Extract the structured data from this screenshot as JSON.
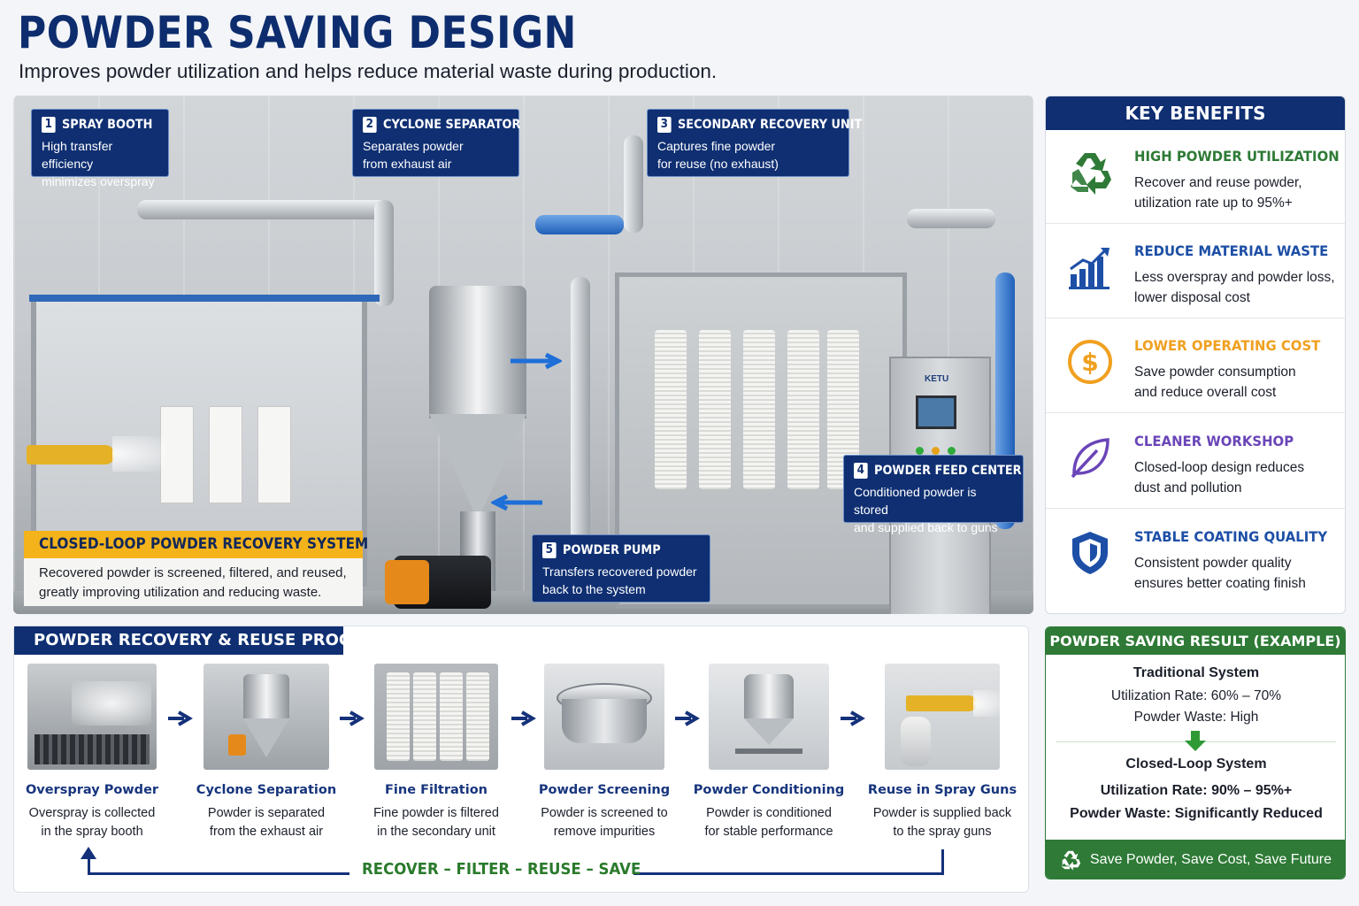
{
  "header": {
    "title": "POWDER SAVING DESIGN",
    "subtitle": "Improves powder utilization and helps reduce material waste during production."
  },
  "diagram": {
    "equipment_label": "KETU",
    "callouts": [
      {
        "num": "1",
        "title": "SPRAY BOOTH",
        "desc": "High transfer efficiency\nminimizes overspray"
      },
      {
        "num": "2",
        "title": "CYCLONE SEPARATOR",
        "desc": "Separates powder\nfrom exhaust air"
      },
      {
        "num": "3",
        "title": "SECONDARY RECOVERY UNIT",
        "desc": "Captures fine powder\nfor reuse (no exhaust)"
      },
      {
        "num": "4",
        "title": "POWDER FEED CENTER",
        "desc": "Conditioned powder is stored\nand supplied back to guns"
      },
      {
        "num": "5",
        "title": "POWDER PUMP",
        "desc": "Transfers recovered powder\nback to the system"
      }
    ],
    "closed_loop": {
      "title": "CLOSED-LOOP POWDER RECOVERY SYSTEM",
      "desc": "Recovered powder is screened, filtered, and reused, greatly improving utilization and reducing waste."
    }
  },
  "benefits": {
    "title": "KEY BENEFITS",
    "items": [
      {
        "icon": "recycle-icon",
        "title": "HIGH POWDER UTILIZATION",
        "desc": "Recover and reuse powder,\nutilization rate up to 95%+",
        "color": "#2e7a36"
      },
      {
        "icon": "bar-chart-icon",
        "title": "REDUCE MATERIAL WASTE",
        "desc": "Less overspray and powder loss,\nlower disposal cost",
        "color": "#1d4fa6"
      },
      {
        "icon": "dollar-icon",
        "title": "LOWER OPERATING COST",
        "desc": "Save powder consumption\nand reduce overall cost",
        "color": "#f0a020"
      },
      {
        "icon": "leaf-icon",
        "title": "CLEANER WORKSHOP",
        "desc": "Closed-loop design reduces\ndust and pollution",
        "color": "#6a45b8"
      },
      {
        "icon": "shield-icon",
        "title": "STABLE COATING QUALITY",
        "desc": "Consistent powder quality\nensures better coating finish",
        "color": "#1d4fa6"
      }
    ]
  },
  "process": {
    "title": "POWDER RECOVERY & REUSE PROCESS",
    "steps": [
      {
        "name": "Overspray Powder",
        "desc": "Overspray is collected\nin the spray booth"
      },
      {
        "name": "Cyclone Separation",
        "desc": "Powder is separated\nfrom the exhaust air"
      },
      {
        "name": "Fine Filtration",
        "desc": "Fine powder is filtered\nin the secondary unit"
      },
      {
        "name": "Powder Screening",
        "desc": "Powder is screened to\nremove impurities"
      },
      {
        "name": "Powder Conditioning",
        "desc": "Powder is conditioned\nfor stable performance"
      },
      {
        "name": "Reuse in Spray Guns",
        "desc": "Powder is supplied back\nto the spray guns"
      }
    ],
    "loop_label": "RECOVER – FILTER – REUSE – SAVE"
  },
  "result": {
    "title": "POWDER SAVING RESULT (EXAMPLE)",
    "traditional": {
      "title": "Traditional System",
      "rate": "Utilization Rate:  60% – 70%",
      "waste": "Powder Waste:  High"
    },
    "closed": {
      "title": "Closed-Loop System",
      "rate": "Utilization Rate:  90% – 95%+",
      "waste": "Powder Waste:  Significantly Reduced"
    },
    "footer": "Save Powder, Save Cost, Save Future"
  },
  "colors": {
    "navy": "#0f2f72",
    "accent_yellow": "#f5b31b",
    "green": "#2e7a36"
  }
}
